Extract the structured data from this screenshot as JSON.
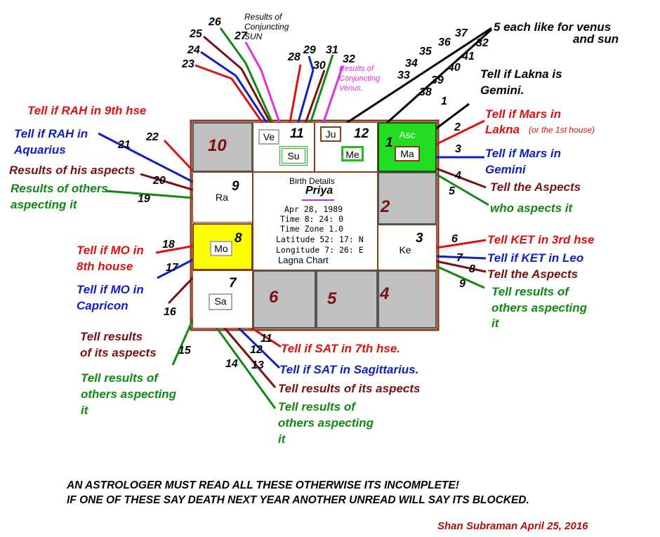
{
  "chart": {
    "heading": "Birth Details",
    "name": "Priya",
    "date": "Apr 28, 1989",
    "time": "Time 8: 24: 0",
    "timezone": "Time Zone 1.0",
    "latitude": "Latitude 52: 17: N",
    "longitude": "Longitude 7: 26: E",
    "caption": "Lagna Chart"
  },
  "houses": {
    "h1": "1",
    "h2": "2",
    "h3": "3",
    "h4": "4",
    "h5": "5",
    "h6": "6",
    "h7": "7",
    "h8": "8",
    "h9": "9",
    "h10": "10",
    "h11": "11",
    "h12": "12"
  },
  "planets": {
    "ve": "Ve",
    "su": "Su",
    "ju": "Ju",
    "me": "Me",
    "asc": "Asc",
    "ma": "Ma",
    "ra": "Ra",
    "mo": "Mo",
    "ke": "Ke",
    "sa": "Sa"
  },
  "annotations": {
    "sun_conj": "Results of\nConjuncting\nSUN",
    "venus_conj": "Results of\nConjuncting\nVenus.",
    "five_each": "5 each like for venus",
    "and_sun": "and sun",
    "lakna_gemini_1": "Tell if Lakna is",
    "lakna_gemini_2": "Gemini.",
    "mars_lakna_1": "Tell if Mars in",
    "mars_lakna_2": "Lakna",
    "mars_lakna_note": "(or the 1st house)",
    "mars_gemini_1": "Tell if Mars in",
    "mars_gemini_2": "Gemini",
    "mars_aspects": "Tell the Aspects",
    "mars_who": "who aspects it",
    "ket_3rd": "Tell KET  in 3rd hse",
    "ket_leo": "Tell if KET in Leo",
    "ket_aspects": "Tell the Aspects",
    "ket_others_1": "Tell results of",
    "ket_others_2": "others aspecting",
    "ket_others_3": "it",
    "rah_9th": "Tell if  RAH in 9th hse",
    "rah_aq_1": "Tell if RAH in",
    "rah_aq_2": "Aquarius",
    "rah_aspects": "Results of his aspects",
    "rah_others_1": "Results of others",
    "rah_others_2": "aspecting it",
    "mo_8th_1": "Tell if MO in",
    "mo_8th_2": "8th house",
    "mo_cap_1": "Tell if MO in",
    "mo_cap_2": "Capricon",
    "mo_aspects_1": "Tell results",
    "mo_aspects_2": "of its aspects",
    "mo_others_1": "Tell results of",
    "mo_others_2": "others aspecting",
    "mo_others_3": "it",
    "sat_7th": "Tell if SAT in 7th hse.",
    "sat_sag": "Tell if SAT in Sagittarius.",
    "sat_aspects": "Tell results of its aspects",
    "sat_others_1": "Tell results of",
    "sat_others_2": "others aspecting",
    "sat_others_3": "it"
  },
  "numbers": {
    "n1": "1",
    "n2": "2",
    "n3": "3",
    "n4": "4",
    "n5": "5",
    "n6": "6",
    "n7": "7",
    "n8": "8",
    "n9": "9",
    "n11": "11",
    "n12": "12",
    "n13": "13",
    "n14": "14",
    "n15": "15",
    "n16": "16",
    "n17": "17",
    "n18": "18",
    "n19": "19",
    "n20": "20",
    "n21": "21",
    "n22": "22",
    "n23": "23",
    "n24": "24",
    "n25": "25",
    "n26": "26",
    "n27": "27",
    "n28": "28",
    "n29": "29",
    "n30": "30",
    "n31": "31",
    "n32a": "32",
    "n32b": "32",
    "n33": "33",
    "n34": "34",
    "n35": "35",
    "n36": "36",
    "n37": "37",
    "n38": "38",
    "n39": "39",
    "n40": "40",
    "n41": "41"
  },
  "footer": {
    "line1": "AN  ASTROLOGER MUST READ ALL THESE OTHERWISE ITS INCOMPLETE!",
    "line2": "IF ONE OF THESE  SAY DEATH NEXT YEAR ANOTHER UNREAD WILL SAY ITS BLOCKED.",
    "signature": "Shan Subraman April 25, 2016"
  },
  "colors": {
    "red": "#dd1111",
    "blue": "#1020c0",
    "maroon": "#7a1010",
    "green": "#118811",
    "magenta": "#e030e0",
    "black": "#000000",
    "grey": "#c0c0c0",
    "asc_green": "#22dd22",
    "moon_yellow": "#ffff00",
    "frame": "#8a3a1a"
  }
}
